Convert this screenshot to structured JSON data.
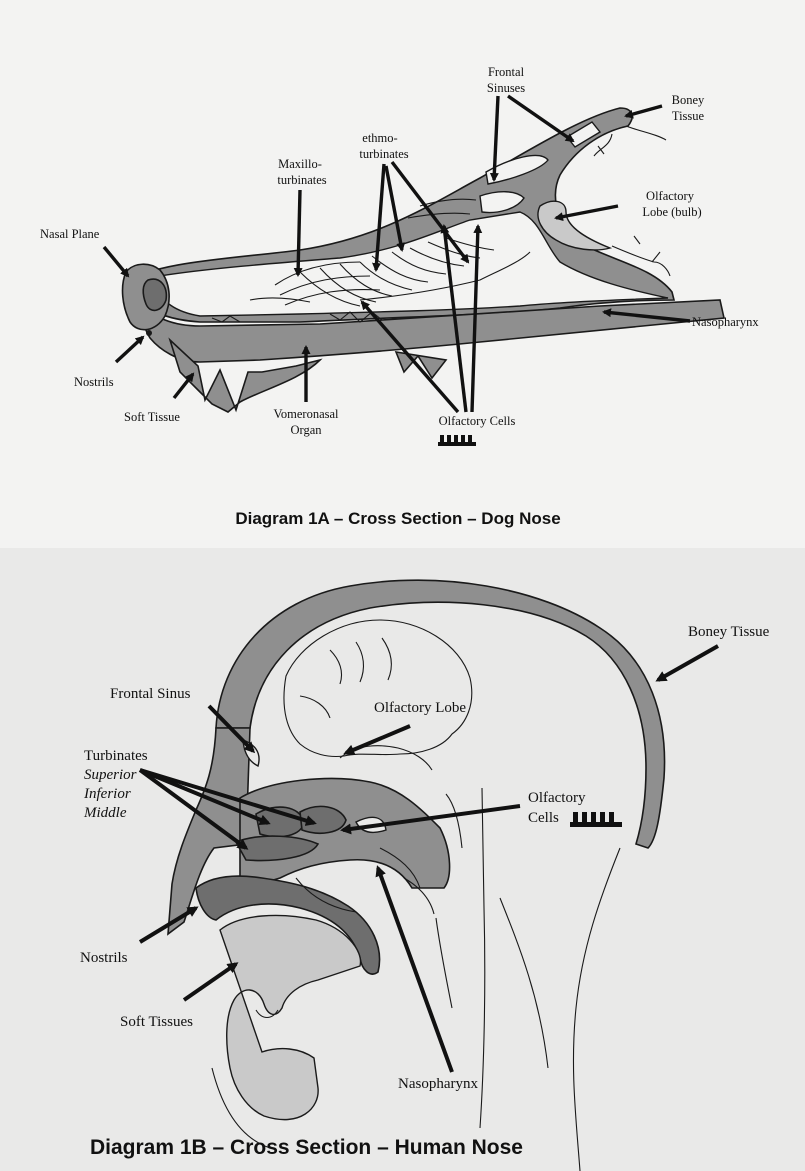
{
  "diagram_a": {
    "caption": "Diagram 1A – Cross Section – Dog Nose",
    "labels": {
      "frontal_sinuses_1": "Frontal",
      "frontal_sinuses_2": "Sinuses",
      "boney_tissue_1": "Boney",
      "boney_tissue_2": "Tissue",
      "ethmo_1": "ethmo-",
      "ethmo_2": "turbinates",
      "maxillo_1": "Maxillo-",
      "maxillo_2": "turbinates",
      "olfactory_lobe_1": "Olfactory",
      "olfactory_lobe_2": "Lobe (bulb)",
      "nasal_plane": "Nasal Plane",
      "nasopharynx": "Nasopharynx",
      "nostrils": "Nostrils",
      "soft_tissue": "Soft Tissue",
      "vomeronasal_1": "Vomeronasal",
      "vomeronasal_2": "Organ",
      "olfactory_cells": "Olfactory Cells"
    }
  },
  "diagram_b": {
    "caption": "Diagram 1B – Cross Section – Human Nose",
    "labels": {
      "boney_tissue": "Boney Tissue",
      "frontal_sinus": "Frontal Sinus",
      "olfactory_lobe": "Olfactory Lobe",
      "turbinates": "Turbinates",
      "superior": "Superior",
      "inferior": "Inferior",
      "middle": "Middle",
      "olfactory_cells_1": "Olfactory",
      "olfactory_cells_2": "Cells",
      "nostrils": "Nostrils",
      "soft_tissues": "Soft Tissues",
      "nasopharynx": "Nasopharynx"
    }
  }
}
